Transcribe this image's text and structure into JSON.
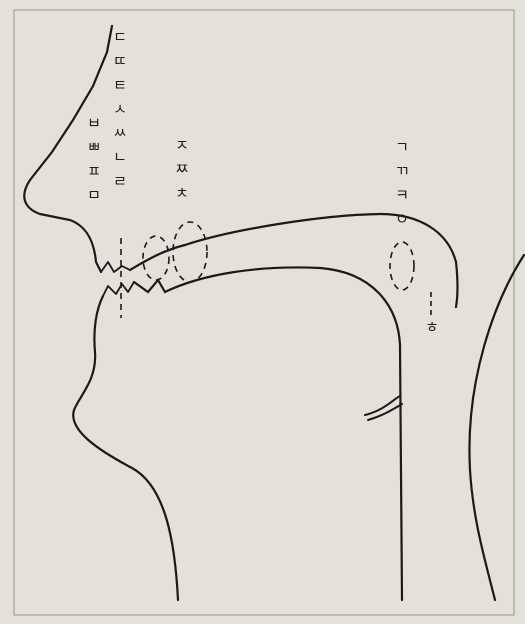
{
  "labels": {
    "alveolar_1": "ㄷ",
    "alveolar_2": "ㄸ",
    "alveolar_3": "ㅌ",
    "alveolar_4": "ㅅ",
    "alveolar_5": "ㅆ",
    "alveolar_6": "ㄴ",
    "alveolar_7": "ㄹ",
    "bilabial_1": "ㅂ",
    "bilabial_2": "ㅃ",
    "bilabial_3": "ㅍ",
    "bilabial_4": "ㅁ",
    "palatal_1": "ㅈ",
    "palatal_2": "ㅉ",
    "palatal_3": "ㅊ",
    "velar_1": "ㄱ",
    "velar_2": "ㄲ",
    "velar_3": "ㅋ",
    "velar_4": "ㅇ",
    "glottal_1": "ㅎ"
  },
  "colors": {
    "line": "#1a1a1a",
    "paper": "#e4e1da"
  }
}
